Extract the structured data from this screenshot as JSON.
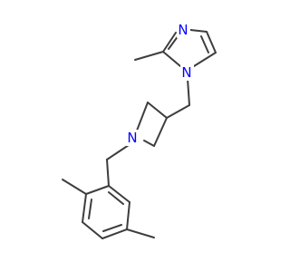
{
  "atoms": [
    {
      "label": "N",
      "color": "#0000ff"
    },
    {
      "label": "N",
      "color": "#0000ff"
    },
    {
      "label": "N",
      "color": "#0000ff"
    }
  ]
}
